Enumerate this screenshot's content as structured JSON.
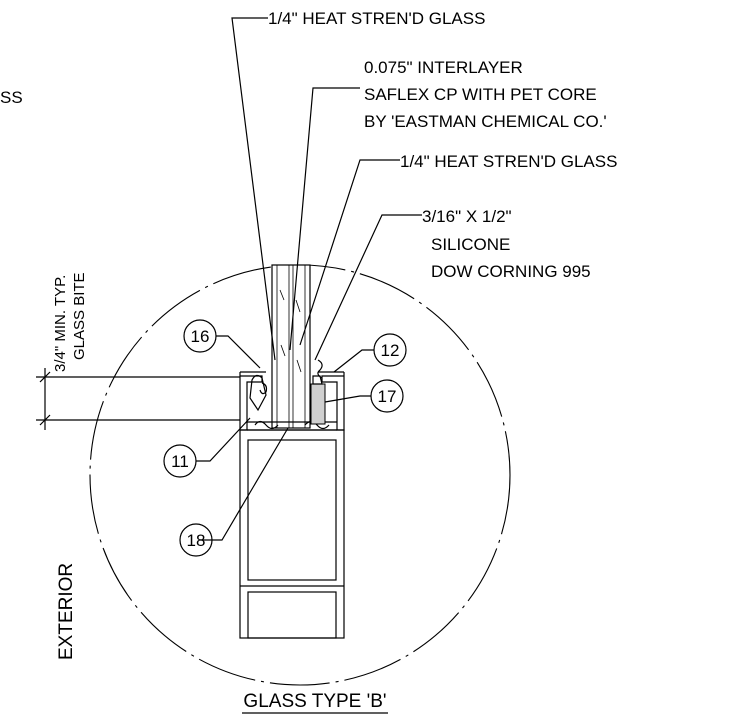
{
  "partial_left_text": "SS",
  "notes": {
    "glass_outer": "1/4\" HEAT STREN'D GLASS",
    "interlayer_1": "0.075\" INTERLAYER",
    "interlayer_2": "SAFLEX CP WITH PET CORE",
    "interlayer_3": "BY 'EASTMAN CHEMICAL CO.'",
    "glass_inner": "1/4\" HEAT STREN'D GLASS",
    "silicone_1": "3/16\" X 1/2\"",
    "silicone_2": "SILICONE",
    "silicone_3": "DOW CORNING 995"
  },
  "dimension": {
    "line1": "3/4\" MIN. TYP.",
    "line2": "GLASS BITE"
  },
  "tags": [
    "16",
    "12",
    "17",
    "11",
    "18"
  ],
  "side_label": "EXTERIOR",
  "title": "GLASS TYPE 'B'"
}
